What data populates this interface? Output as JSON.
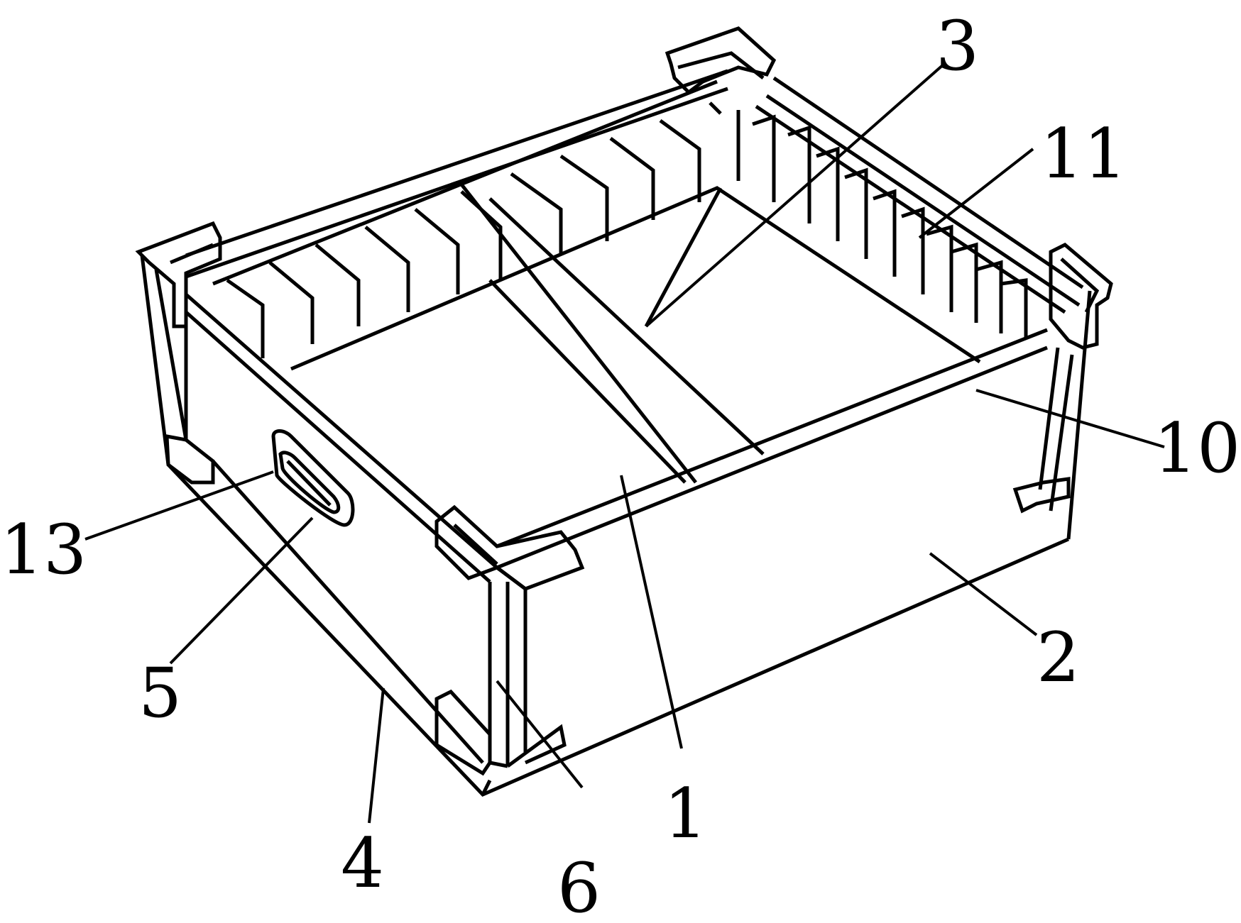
{
  "labels": {
    "l1": "1",
    "l2": "2",
    "l3": "3",
    "l4": "4",
    "l5": "5",
    "l6": "6",
    "l10": "10",
    "l11": "11",
    "l13": "13"
  }
}
